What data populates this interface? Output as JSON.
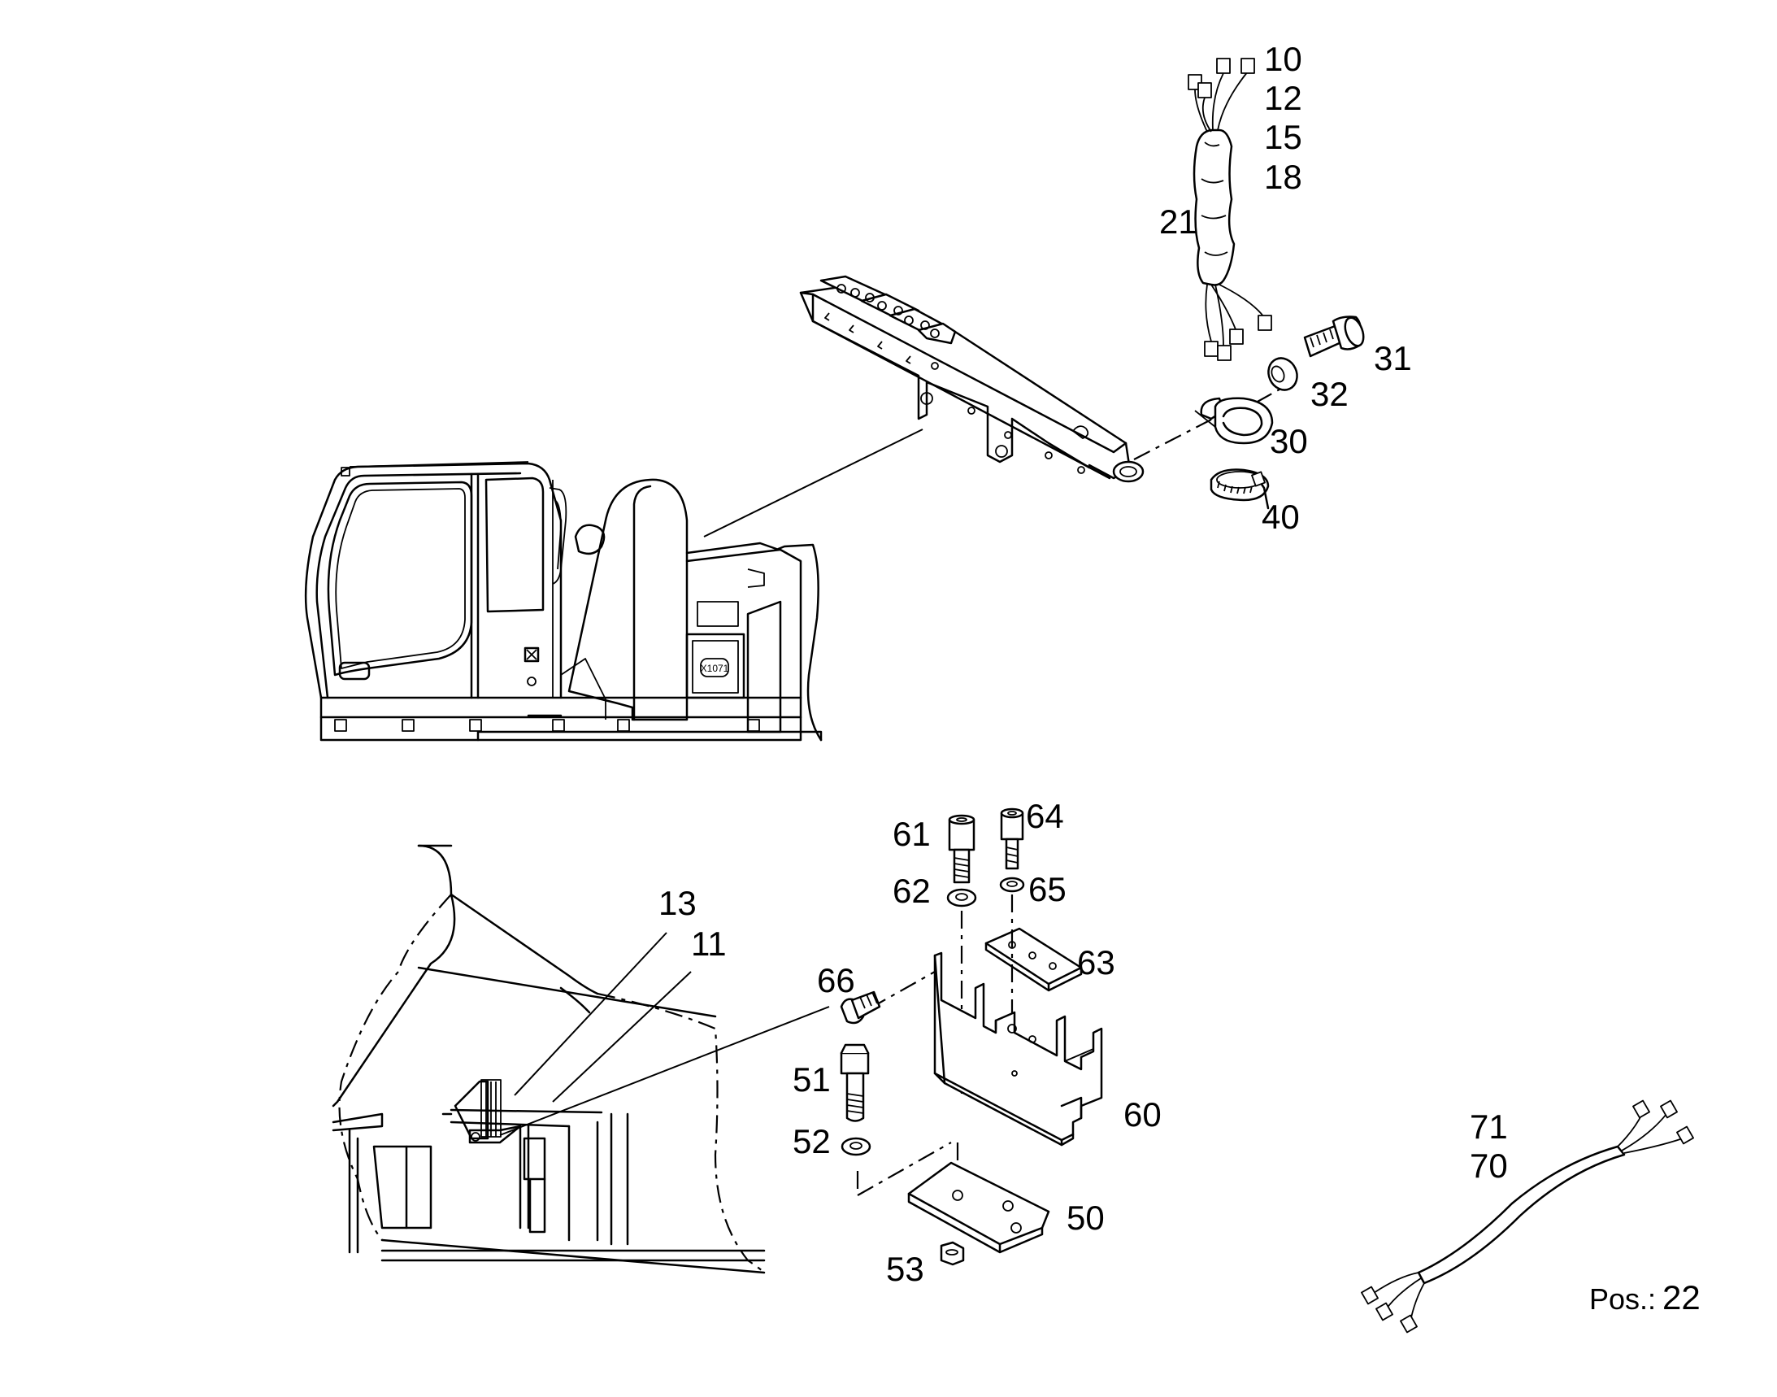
{
  "part_labels": {
    "p10": "10",
    "p12": "12",
    "p15": "15",
    "p18": "18",
    "p21": "21",
    "p31": "31",
    "p32": "32",
    "p30": "30",
    "p40": "40",
    "p13": "13",
    "p11": "11",
    "p61": "61",
    "p64": "64",
    "p62": "62",
    "p65": "65",
    "p63": "63",
    "p66": "66",
    "p51": "51",
    "p52": "52",
    "p60": "60",
    "p50": "50",
    "p53": "53",
    "p71": "71",
    "p70": "70"
  },
  "excavator_plate": "X1071",
  "position": {
    "label": "Pos.:",
    "value": "22"
  }
}
